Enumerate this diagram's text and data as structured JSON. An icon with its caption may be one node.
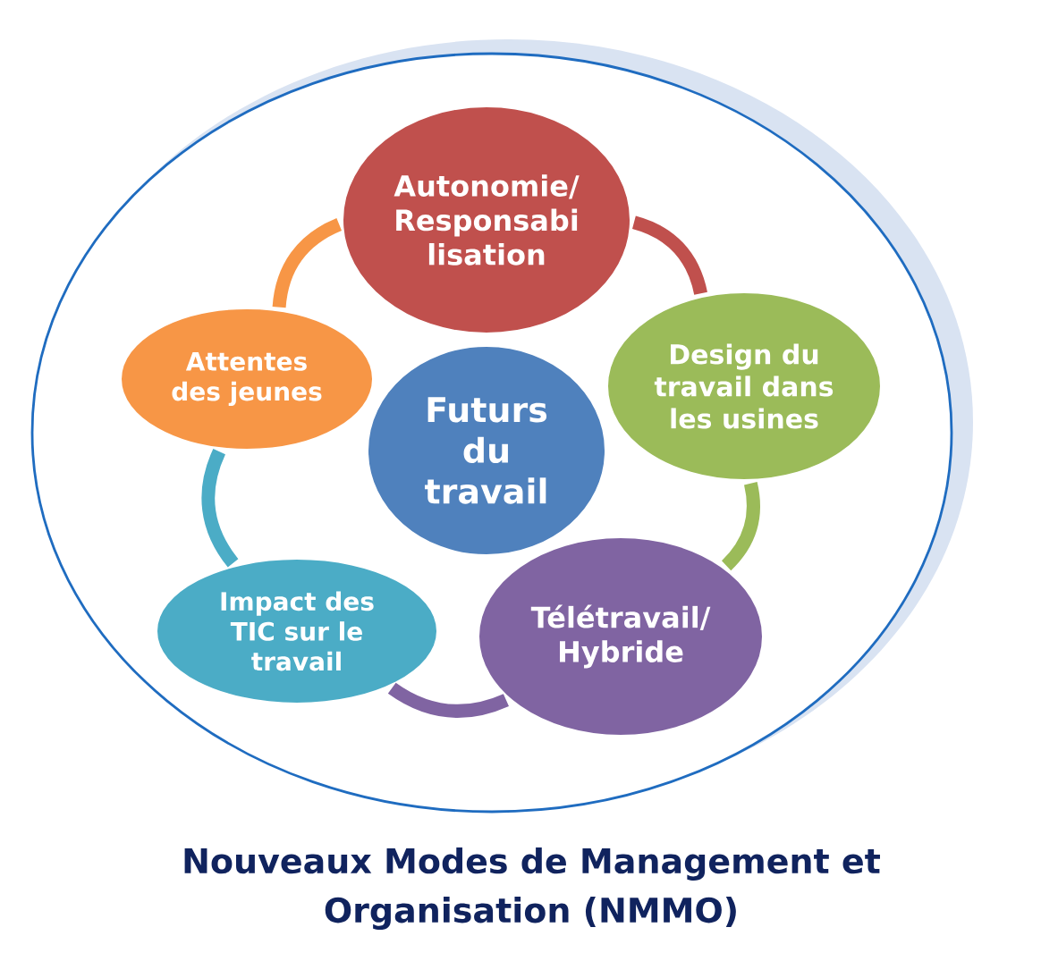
{
  "diagram": {
    "nodes": [
      {
        "text": [
          "Nouveaux Modes de Management et Organisation (NMMO)"
        ]
      },
      {
        "text": [
          "Autonomie/ Responsabi lisation"
        ],
        "in": 0
      },
      {
        "text": [
          "Design du travail dans les usines"
        ],
        "in": 0
      },
      {
        "text": [
          "Télétravail/ Hybride"
        ],
        "in": 0
      },
      {
        "text": [
          "Impact des TIC sur le travail"
        ],
        "in": 0
      },
      {
        "text": [
          "Attentes des jeunes"
        ],
        "in": 0
      },
      {
        "text": [
          "Futurs du travail"
        ],
        "in": 0
      }
    ],
    "edges": [
      {
        "from": 1,
        "to": 2,
        "arrow": "none",
        "color": "#c0504d"
      },
      {
        "from": 2,
        "to": 3,
        "arrow": "none",
        "color": "#9bbb59"
      },
      {
        "from": 3,
        "to": 4,
        "arrow": "none",
        "color": "#8064a2"
      },
      {
        "from": 4,
        "to": 5,
        "arrow": "none",
        "color": "#4bacc6"
      },
      {
        "from": 5,
        "to": 1,
        "arrow": "none",
        "color": "#f79646"
      }
    ]
  }
}
